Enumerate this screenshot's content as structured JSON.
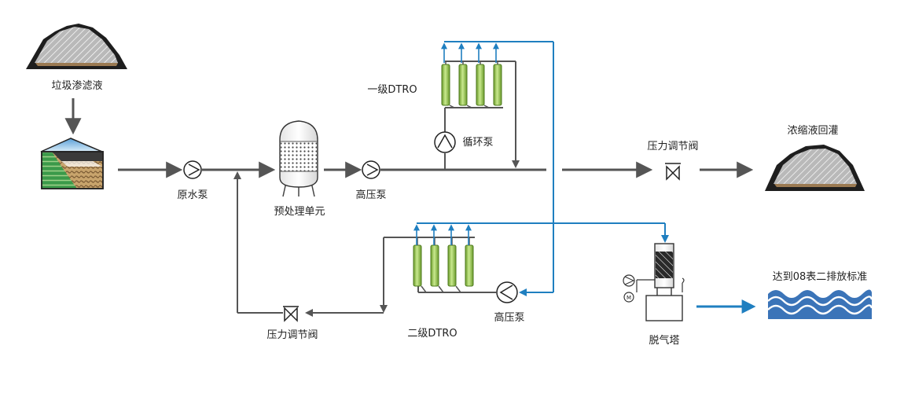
{
  "labels": {
    "leachate": "垃圾渗滤液",
    "raw_pump": "原水泵",
    "pretreatment": "预处理单元",
    "hp_pump_1": "高压泵",
    "dtro_1": "一级DTRO",
    "circ_pump": "循环泵",
    "pressure_valve_right": "压力调节阀",
    "concentrate": "浓缩液回灌",
    "dtro_2": "二级DTRO",
    "hp_pump_2": "高压泵",
    "pressure_valve_left": "压力调节阀",
    "degas_tower": "脱气塔",
    "discharge": "达到08表二排放标准",
    "motor_letter": "M"
  },
  "colors": {
    "pipe_gray": "#555555",
    "pipe_blue": "#1f7fc0",
    "membrane_green": "#a8d65c",
    "membrane_dark": "#6a9b2a",
    "water_blue": "#3b74b8",
    "soil_brown": "#9b7a52",
    "pile_gray": "#8a8a8a"
  }
}
